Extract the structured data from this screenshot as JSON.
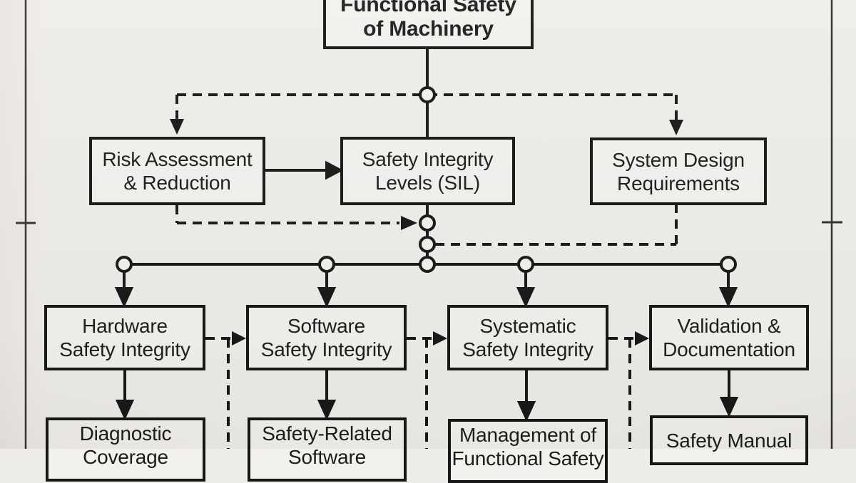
{
  "nodes": {
    "root": {
      "line1": "Functional Safety",
      "line2": "of Machinery"
    },
    "risk": {
      "line1": "Risk Assessment",
      "line2": "& Reduction"
    },
    "sil": {
      "line1": "Safety Integrity",
      "line2": "Levels (SIL)"
    },
    "system_design": {
      "line1": "System Design",
      "line2": "Requirements"
    },
    "hardware": {
      "line1": "Hardware",
      "line2": "Safety Integrity"
    },
    "software": {
      "line1": "Software",
      "line2": "Safety Integrity"
    },
    "systematic": {
      "line1": "Systematic",
      "line2": "Safety Integrity"
    },
    "validation": {
      "line1": "Validation &",
      "line2": "Documentation"
    },
    "diagnostic": {
      "line1": "Diagnostic",
      "line2": "Coverage"
    },
    "safety_related": {
      "line1": "Safety-Related",
      "line2": "Software"
    },
    "management": {
      "line1": "Management of",
      "line2": "Functional Safety"
    },
    "manual": {
      "line1": "Safety Manual"
    }
  },
  "colors": {
    "background": "#efede9",
    "box_fill": "#f3f1ee",
    "line": "#171717",
    "frame_line": "#2f2d2b"
  }
}
